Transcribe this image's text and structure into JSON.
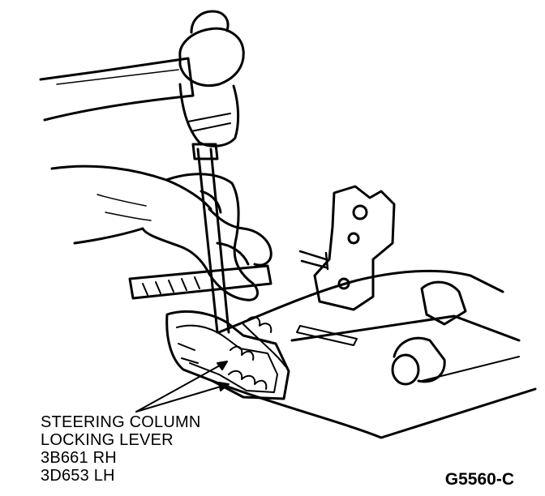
{
  "callout": {
    "line1": "STEERING COLUMN",
    "line2": "LOCKING LEVER",
    "line3": "3B661 RH",
    "line4": "3D653 LH"
  },
  "figure_code": "G5560-C",
  "colors": {
    "ink": "#000000",
    "paper": "#ffffff"
  }
}
